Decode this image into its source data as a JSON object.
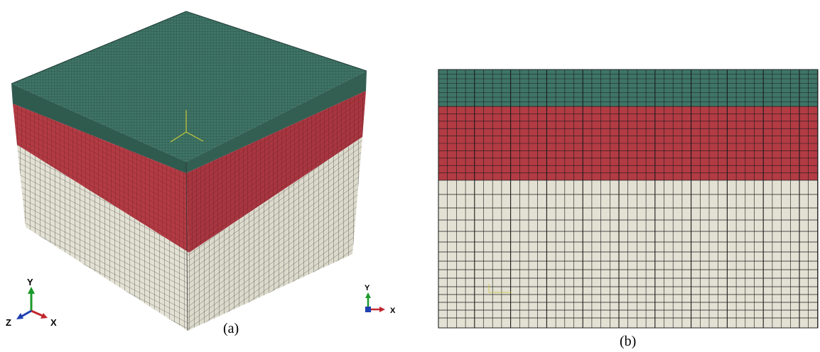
{
  "panel_a": {
    "caption": "(a)",
    "triad": {
      "y_label": "Y",
      "z_label": "Z",
      "x_label": "X"
    }
  },
  "panel_b": {
    "caption": "(b)",
    "triad": {
      "y_label": "Y",
      "x_label": "X"
    }
  },
  "colors": {
    "top_layer": "#3e7566",
    "top_layer_dark": "#2f5a4e",
    "middle_layer": "#b33b44",
    "middle_layer_dark": "#8f2c34",
    "bottom_layer": "#e3e1d3",
    "bottom_layer_dark": "#cfccbd",
    "mesh_line": "#1a1a1a",
    "axis_y": "#1a9a2a",
    "axis_x": "#c0272d",
    "axis_z": "#1f3fb0",
    "csys": "#c8c83a"
  }
}
